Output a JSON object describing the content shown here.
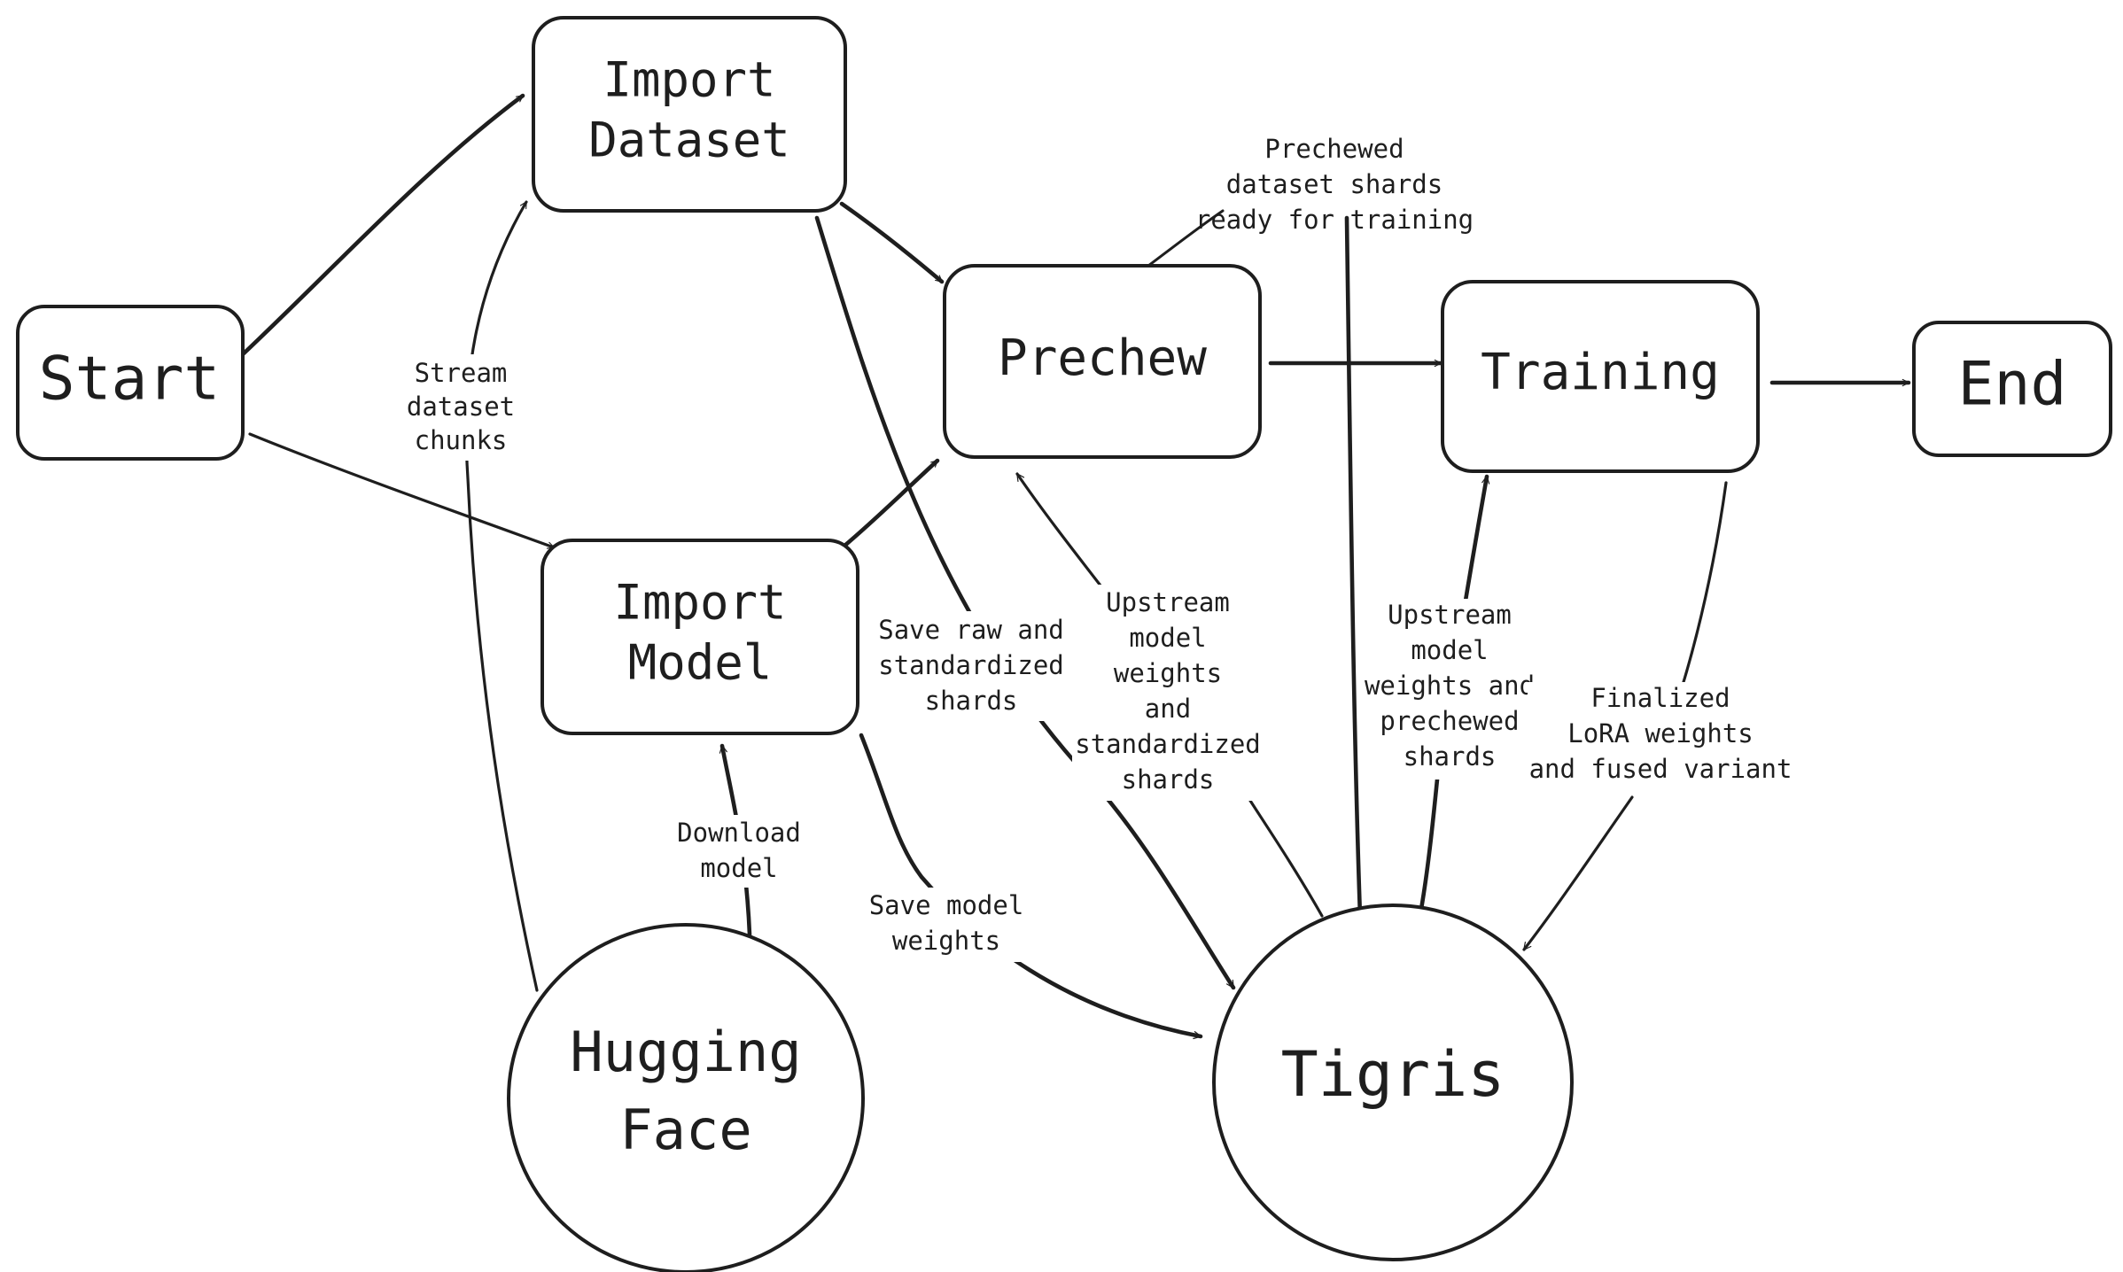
{
  "nodes": {
    "start": {
      "label": "Start"
    },
    "import_dataset": {
      "lines": [
        "Import",
        "Dataset"
      ]
    },
    "import_model": {
      "lines": [
        "Import",
        "Model"
      ]
    },
    "prechew": {
      "label": "Prechew"
    },
    "training": {
      "label": "Training"
    },
    "end": {
      "label": "End"
    },
    "hugging_face": {
      "lines": [
        "Hugging",
        "Face"
      ]
    },
    "tigris": {
      "label": "Tigris"
    }
  },
  "edge_labels": {
    "stream_dataset": [
      "Stream",
      "dataset",
      "chunks"
    ],
    "download_model": [
      "Download",
      "model"
    ],
    "save_raw": [
      "Save raw and",
      "standardized",
      "shards"
    ],
    "save_model_weights": [
      "Save model",
      "weights"
    ],
    "upstream_to_prechew": [
      "Upstream",
      "model",
      "weights",
      "and",
      "standardized",
      "shards"
    ],
    "prechewed_shards": [
      "Prechewed",
      "dataset shards",
      "ready for training"
    ],
    "upstream_to_training": [
      "Upstream",
      "model",
      "weights and",
      "prechewed",
      "shards"
    ],
    "finalized_lora": [
      "Finalized",
      "LoRA weights",
      "and fused variant"
    ]
  },
  "colors": {
    "stroke": "#1e1e1e",
    "background": "#ffffff"
  }
}
